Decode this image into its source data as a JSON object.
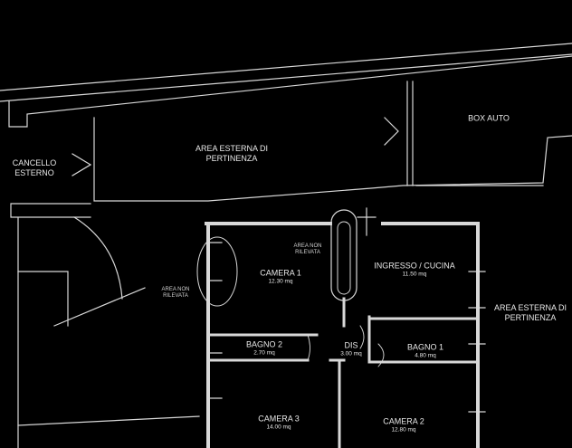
{
  "plan": {
    "labels": {
      "cancello": [
        "CANCELLO",
        "ESTERNO"
      ],
      "area_esterna_top": [
        "AREA ESTERNA DI",
        "PERTINENZA"
      ],
      "box_auto": "BOX AUTO",
      "area_non_rilevata_1": [
        "AREA NON",
        "RILEVATA"
      ],
      "area_non_rilevata_2": [
        "AREA NON",
        "RILEVATA"
      ],
      "camera_1": {
        "name": "CAMERA 1",
        "area": "12.30 mq"
      },
      "ingresso_cucina": {
        "name": "INGRESSO / CUCINA",
        "area": "11.50 mq"
      },
      "area_esterna_right": [
        "AREA ESTERNA DI",
        "PERTINENZA"
      ],
      "bagno_2": {
        "name": "BAGNO 2",
        "area": "2.70 mq"
      },
      "dis": {
        "name": "DIS",
        "area": "3.00 mq"
      },
      "bagno_1": {
        "name": "BAGNO 1",
        "area": "4.80 mq"
      },
      "camera_3": {
        "name": "CAMERA 3",
        "area": "14.00 mq"
      },
      "camera_2": {
        "name": "CAMERA 2",
        "area": "12.80 mq"
      }
    }
  }
}
